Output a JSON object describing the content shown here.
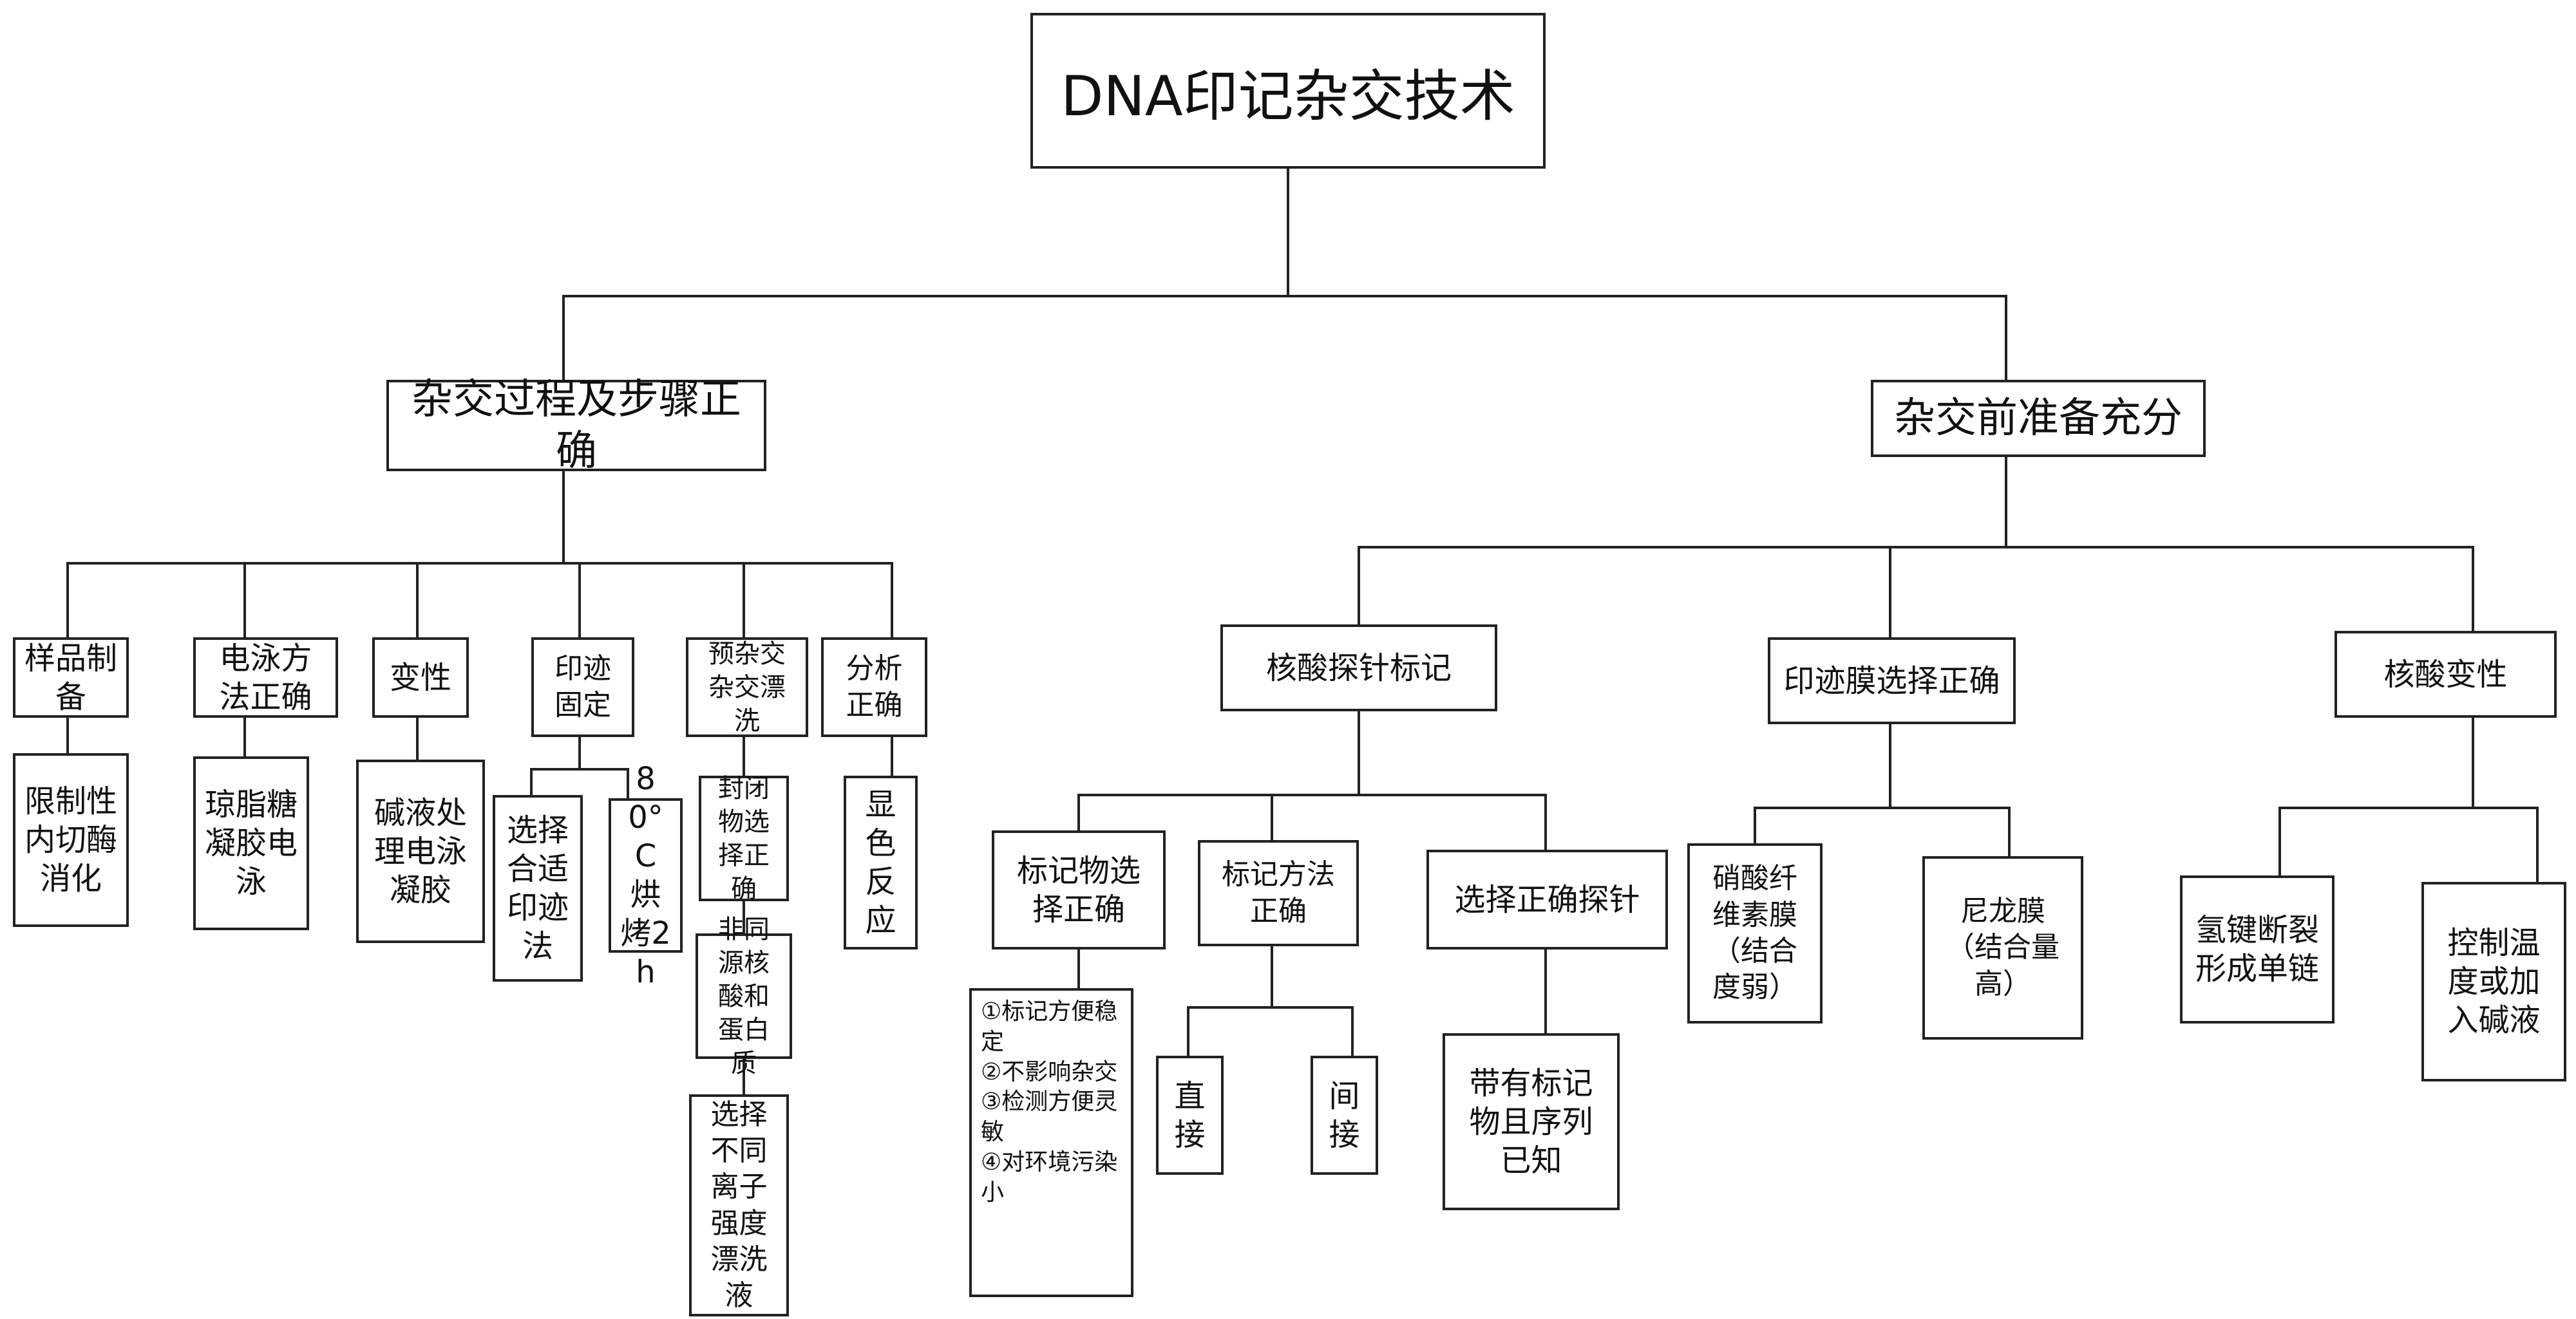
{
  "diagram": {
    "root": "DNA印记杂交技术",
    "branches": {
      "process": {
        "label": "杂交过程及步骤正确",
        "steps": {
          "sample": {
            "label": "样品制备",
            "detail": "限制性内切酶消化"
          },
          "electro": {
            "label": "电泳方法正确",
            "detail": "琼脂糖凝胶电泳"
          },
          "denature": {
            "label": "变性",
            "detail": "碱液处理电泳凝胶"
          },
          "fix": {
            "label": "印迹固定",
            "details": [
              "选择合适印迹法",
              "80°C烘烤2h"
            ]
          },
          "prehyb": {
            "label": "预杂交杂交漂洗",
            "details": [
              "封闭物选择正确",
              "非同源核酸和蛋白质",
              "选择不同离子强度漂洗液"
            ]
          },
          "analysis": {
            "label": "分析正确",
            "detail": "显色反应"
          }
        }
      },
      "prep": {
        "label": "杂交前准备充分",
        "groups": {
          "probe": {
            "label": "核酸探针标记",
            "subs": {
              "marker": {
                "label": "标记物选择正确",
                "detail": "①标记方便稳定\n②不影响杂交\n③检测方便灵敏\n④对环境污染小"
              },
              "method": {
                "label": "标记方法正确",
                "options": [
                  "直接",
                  "间接"
                ]
              },
              "probeSel": {
                "label": "选择正确探针",
                "detail": "带有标记物且序列已知"
              }
            }
          },
          "membrane": {
            "label": "印迹膜选择正确",
            "options": [
              "硝酸纤维素膜（结合度弱）",
              "尼龙膜（结合量高）"
            ]
          },
          "denature": {
            "label": "核酸变性",
            "options": [
              "氢键断裂形成单链",
              "控制温度或加入碱液"
            ]
          }
        }
      }
    }
  }
}
